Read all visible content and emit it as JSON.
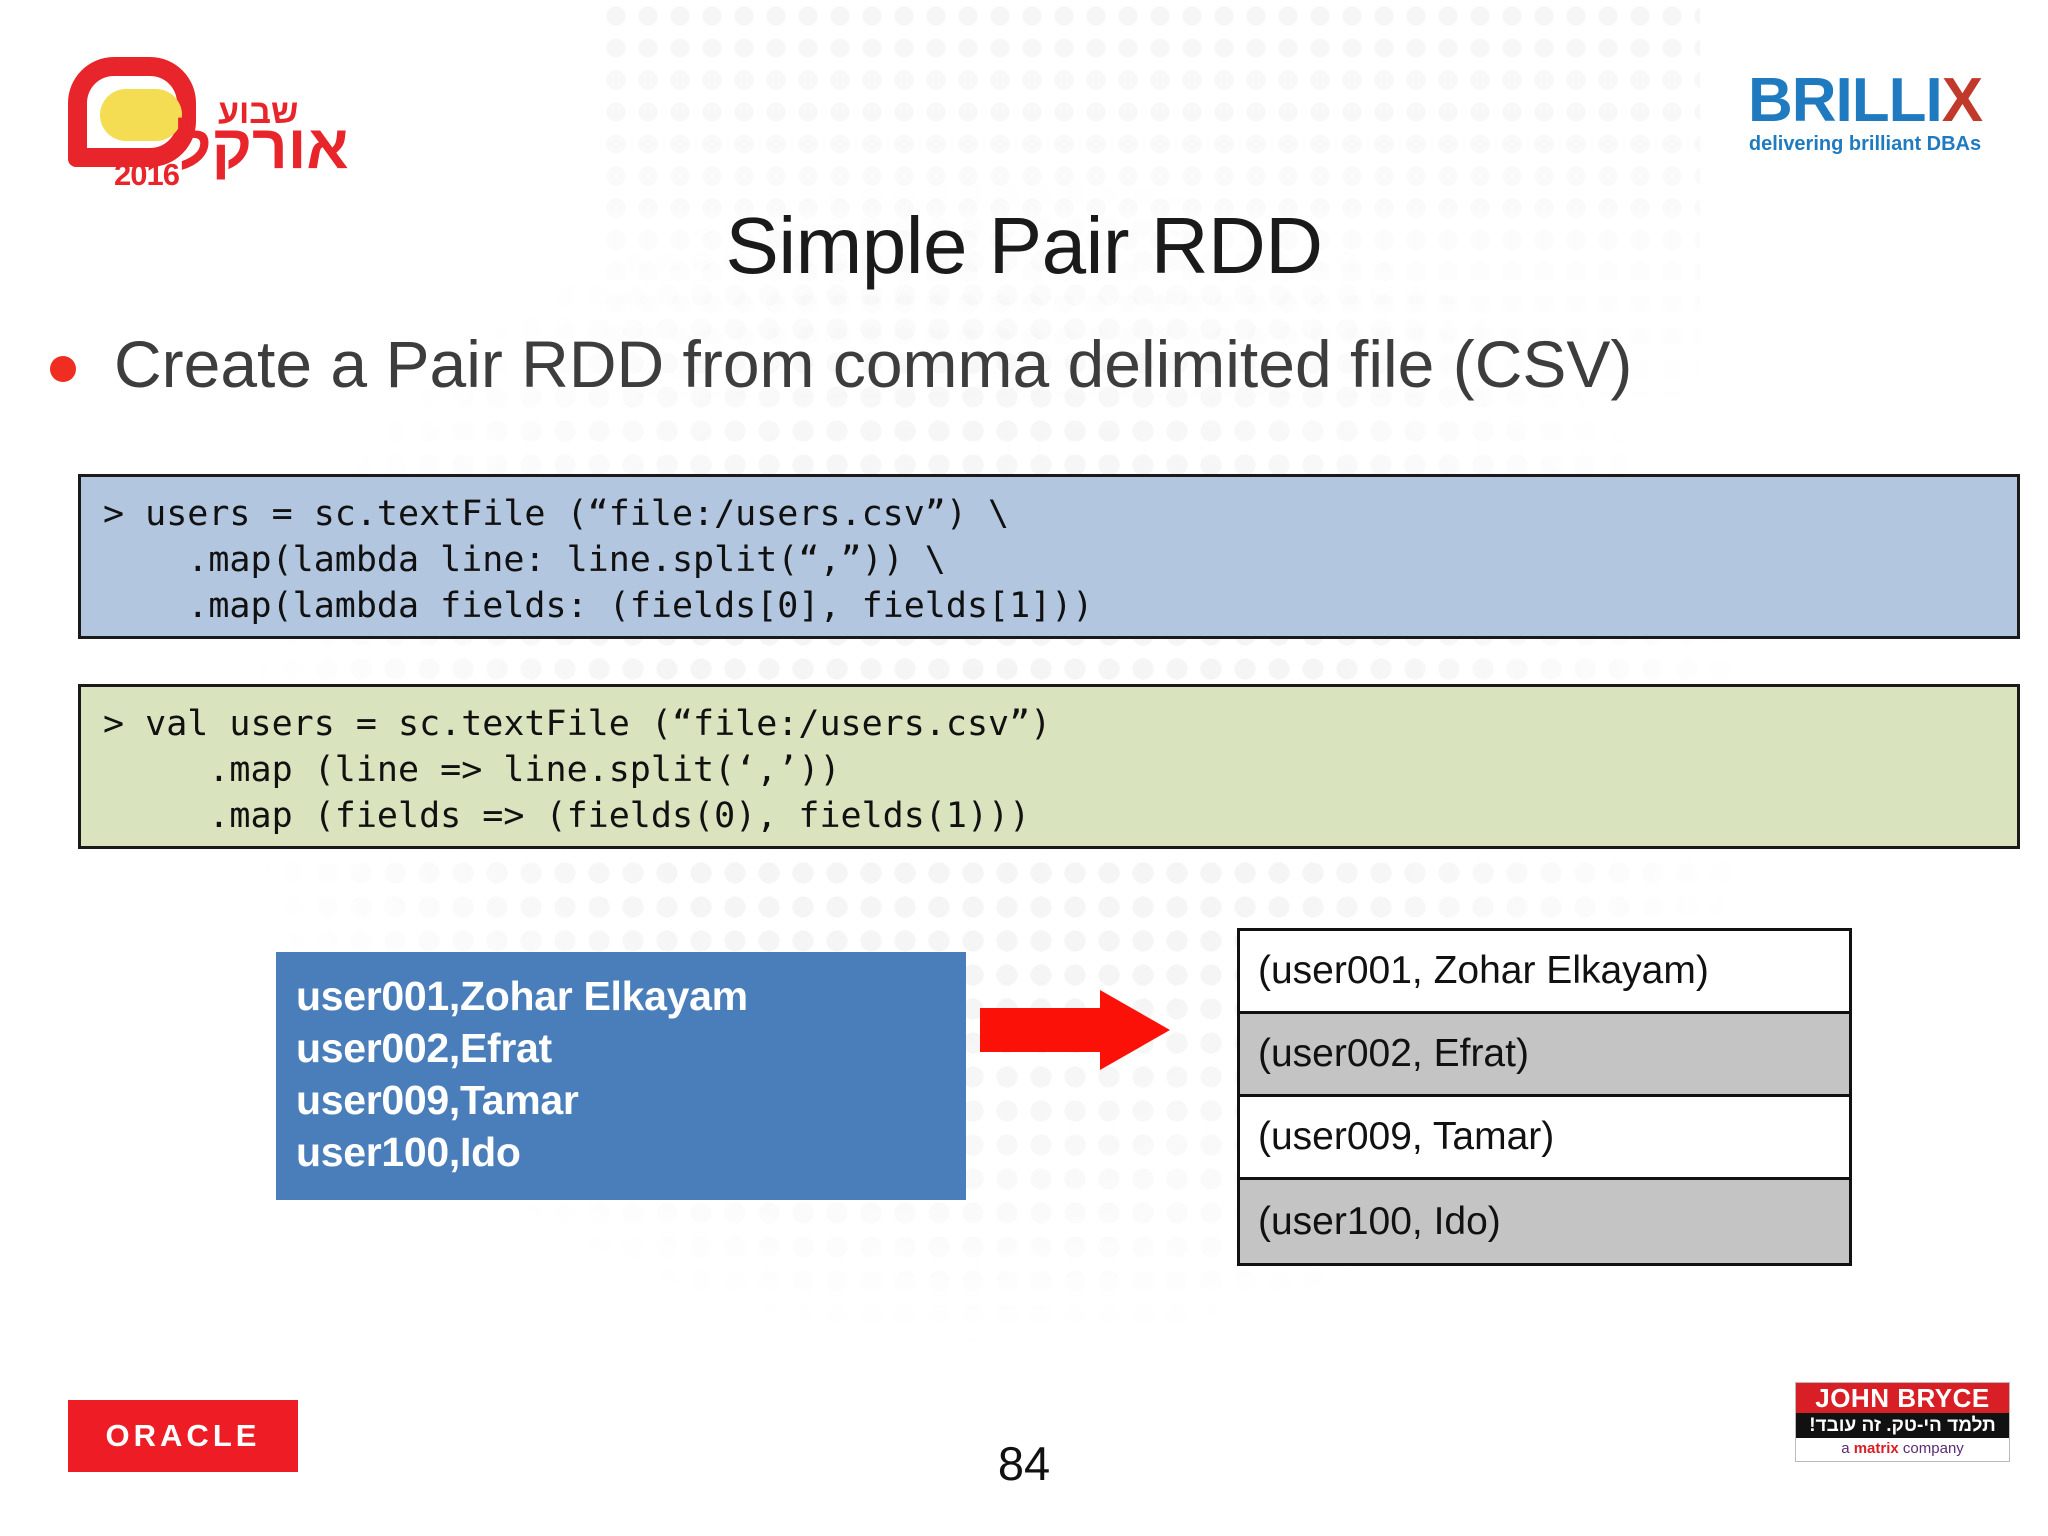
{
  "slide": {
    "title": "Simple Pair RDD",
    "page_number": "84",
    "bullet": "Create a Pair RDD from comma delimited file (CSV)",
    "bullet_color": "#ef2d20"
  },
  "header": {
    "oracle_week_logo": {
      "hebrew_top": "שבוע",
      "hebrew_main": "אורקל",
      "year": "2016",
      "color": "#e8252a",
      "icon": "oracle-week-logo-icon"
    },
    "brillix_logo": {
      "name_main": "BRILLI",
      "name_accent": "X",
      "tagline": "delivering brilliant DBAs",
      "color": "#1f7ac0",
      "accent_color": "#c0392b"
    }
  },
  "code_blocks": [
    {
      "name": "python-code-block",
      "language": "python",
      "background": "#b3c6e0",
      "text": "> users = sc.textFile (“file:/users.csv”) \\\n    .map(lambda line: line.split(“,”)) \\\n    .map(lambda fields: (fields[0], fields[1]))"
    },
    {
      "name": "scala-code-block",
      "language": "scala",
      "background": "#d9e3bd",
      "text": "> val users = sc.textFile (“file:/users.csv”)\n     .map (line => line.split(‘,’))\n     .map (fields => (fields(0), fields(1)))"
    }
  ],
  "diagram": {
    "source": {
      "name": "csv-source-box",
      "background": "#4a7ebb",
      "text_color": "#ffffff",
      "lines": [
        "user001,Zohar Elkayam",
        "user002,Efrat",
        "user009,Tamar",
        "user100,Ido"
      ]
    },
    "arrow": {
      "name": "red-arrow-icon",
      "color": "#fc1108",
      "direction": "right"
    },
    "output": {
      "name": "pair-rdd-output-table",
      "rows": [
        {
          "text": "(user001, Zohar Elkayam)",
          "shaded": false
        },
        {
          "text": "(user002, Efrat)",
          "shaded": true
        },
        {
          "text": "(user009, Tamar)",
          "shaded": false
        },
        {
          "text": "(user100, Ido)",
          "shaded": true
        }
      ],
      "shade_color": "#c4c4c4"
    }
  },
  "footer": {
    "oracle_logo": {
      "text": "ORACLE",
      "background": "#ee1c25",
      "text_color": "#ffffff"
    },
    "john_bryce_logo": {
      "top": "JOHN BRYCE",
      "middle": "תלמד הי-טק. זה עובד!",
      "bottom_prefix": "a ",
      "bottom_brand": "matrix",
      "bottom_suffix": " company"
    }
  }
}
